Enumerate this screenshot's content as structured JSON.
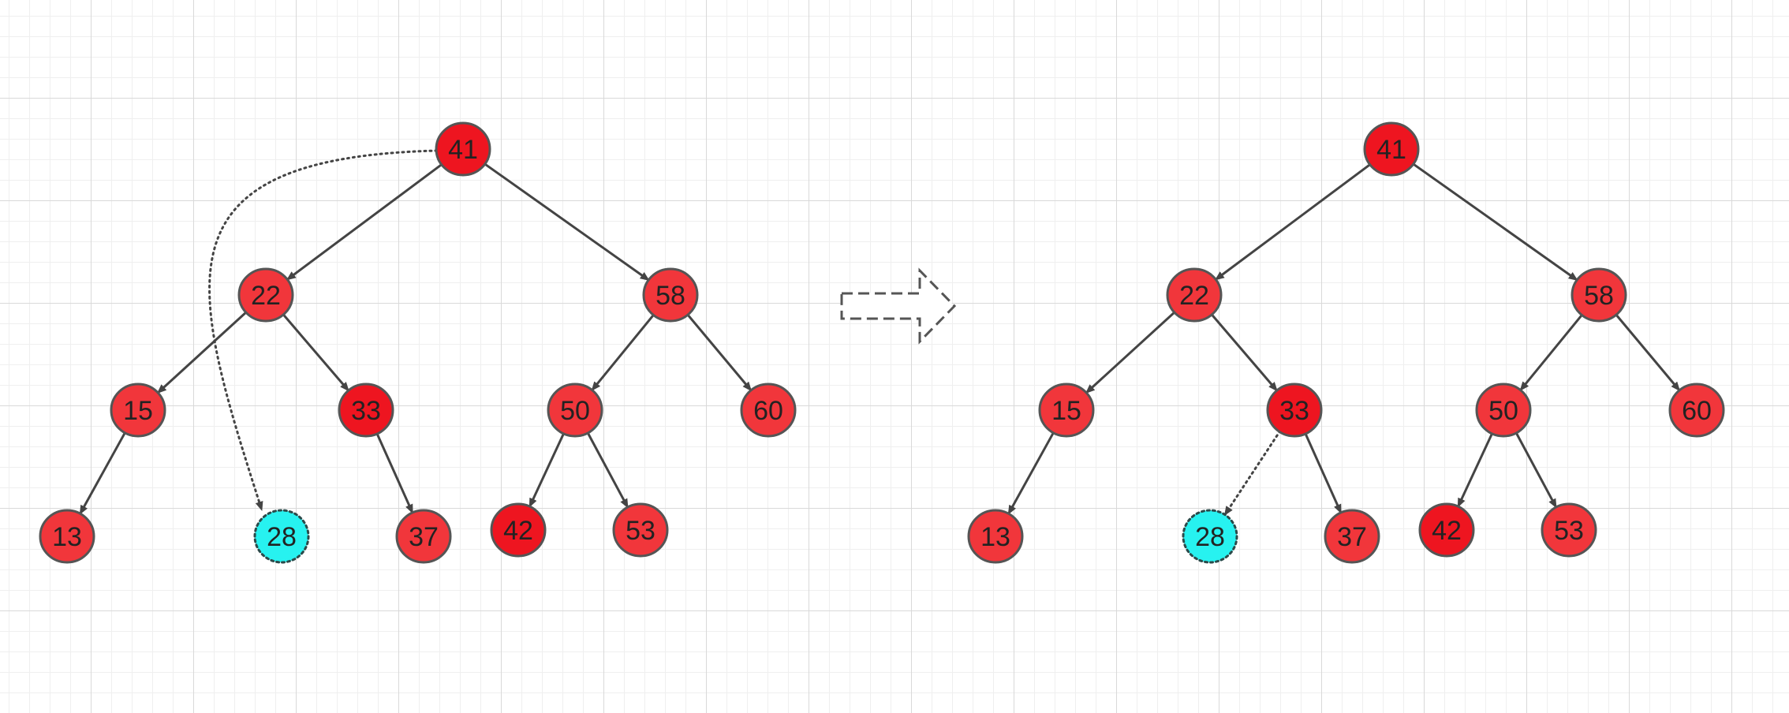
{
  "colors": {
    "node_fill": "#f1363b",
    "node_dark_fill": "#ee1520",
    "node_stroke": "#555555",
    "highlight_fill": "#27f2f0",
    "edge": "#444444",
    "grid_major": "#d9d9d9",
    "grid_minor": "#efefef"
  },
  "transition_arrow": {
    "icon": "dashed-right-arrow-icon"
  },
  "before_tree": {
    "nodes": [
      {
        "id": "n41",
        "label": "41",
        "style": "dark"
      },
      {
        "id": "n22",
        "label": "22",
        "style": "normal"
      },
      {
        "id": "n58",
        "label": "58",
        "style": "normal"
      },
      {
        "id": "n15",
        "label": "15",
        "style": "normal"
      },
      {
        "id": "n33",
        "label": "33",
        "style": "dark"
      },
      {
        "id": "n50",
        "label": "50",
        "style": "normal"
      },
      {
        "id": "n60",
        "label": "60",
        "style": "normal"
      },
      {
        "id": "n13",
        "label": "13",
        "style": "normal"
      },
      {
        "id": "n28",
        "label": "28",
        "style": "highlight"
      },
      {
        "id": "n37",
        "label": "37",
        "style": "normal"
      },
      {
        "id": "n42",
        "label": "42",
        "style": "dark"
      },
      {
        "id": "n53",
        "label": "53",
        "style": "normal"
      }
    ],
    "edges": [
      {
        "from": "n41",
        "to": "n22",
        "style": "solid"
      },
      {
        "from": "n41",
        "to": "n58",
        "style": "solid"
      },
      {
        "from": "n22",
        "to": "n15",
        "style": "solid"
      },
      {
        "from": "n22",
        "to": "n33",
        "style": "solid"
      },
      {
        "from": "n58",
        "to": "n50",
        "style": "solid"
      },
      {
        "from": "n58",
        "to": "n60",
        "style": "solid"
      },
      {
        "from": "n15",
        "to": "n13",
        "style": "solid"
      },
      {
        "from": "n33",
        "to": "n37",
        "style": "solid"
      },
      {
        "from": "n50",
        "to": "n42",
        "style": "solid"
      },
      {
        "from": "n50",
        "to": "n53",
        "style": "solid"
      },
      {
        "from": "n41",
        "to": "n28",
        "style": "dotted"
      }
    ]
  },
  "after_tree": {
    "nodes": [
      {
        "id": "n41",
        "label": "41",
        "style": "dark"
      },
      {
        "id": "n22",
        "label": "22",
        "style": "normal"
      },
      {
        "id": "n58",
        "label": "58",
        "style": "normal"
      },
      {
        "id": "n15",
        "label": "15",
        "style": "normal"
      },
      {
        "id": "n33",
        "label": "33",
        "style": "dark"
      },
      {
        "id": "n50",
        "label": "50",
        "style": "normal"
      },
      {
        "id": "n60",
        "label": "60",
        "style": "normal"
      },
      {
        "id": "n13",
        "label": "13",
        "style": "normal"
      },
      {
        "id": "n28",
        "label": "28",
        "style": "highlight"
      },
      {
        "id": "n37",
        "label": "37",
        "style": "normal"
      },
      {
        "id": "n42",
        "label": "42",
        "style": "dark"
      },
      {
        "id": "n53",
        "label": "53",
        "style": "normal"
      }
    ],
    "edges": [
      {
        "from": "n41",
        "to": "n22",
        "style": "solid"
      },
      {
        "from": "n41",
        "to": "n58",
        "style": "solid"
      },
      {
        "from": "n22",
        "to": "n15",
        "style": "solid"
      },
      {
        "from": "n22",
        "to": "n33",
        "style": "solid"
      },
      {
        "from": "n58",
        "to": "n50",
        "style": "solid"
      },
      {
        "from": "n58",
        "to": "n60",
        "style": "solid"
      },
      {
        "from": "n15",
        "to": "n13",
        "style": "solid"
      },
      {
        "from": "n33",
        "to": "n37",
        "style": "solid"
      },
      {
        "from": "n50",
        "to": "n42",
        "style": "solid"
      },
      {
        "from": "n50",
        "to": "n53",
        "style": "solid"
      },
      {
        "from": "n33",
        "to": "n28",
        "style": "dotted"
      }
    ]
  }
}
